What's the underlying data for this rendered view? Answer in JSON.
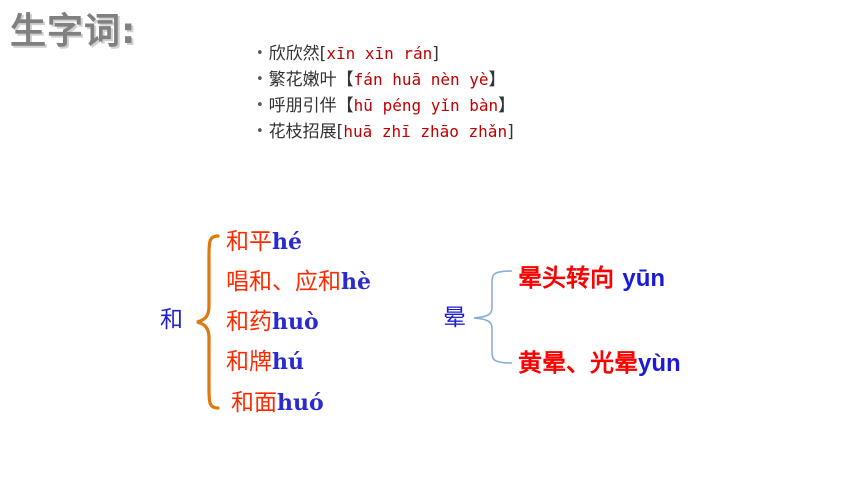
{
  "title": "生字词:",
  "vocab": [
    {
      "bullet": "•",
      "word": "欣欣然",
      "open": "[",
      "pinyin": "xīn xīn rán",
      "close": "]"
    },
    {
      "bullet": "•",
      "word": "繁花嫩叶",
      "open": "【",
      "pinyin": "fán huā nèn yè",
      "close": "】"
    },
    {
      "bullet": "•",
      "word": "呼朋引伴",
      "open": "【",
      "pinyin": "hū péng yǐn bàn",
      "close": "】"
    },
    {
      "bullet": "•",
      "word": "花枝招展",
      "open": "[",
      "pinyin": "huā zhī zhāo zhǎn",
      "close": "]"
    }
  ],
  "he": {
    "char": "和",
    "items": [
      {
        "word": "和平",
        "pinyin": "hé"
      },
      {
        "word": "唱和、应和",
        "pinyin": "hè"
      },
      {
        "word": "和药",
        "pinyin": "huò"
      },
      {
        "word": "和牌",
        "pinyin": "hú"
      },
      {
        "word": "和面",
        "pinyin": "huó"
      }
    ]
  },
  "yun": {
    "char": "晕",
    "items": [
      {
        "word": "晕头转向 ",
        "pinyin": "yūn"
      },
      {
        "word": "黄晕、光晕",
        "pinyin": "yùn"
      }
    ]
  },
  "colors": {
    "title": "#808080",
    "pinyin_red": "#c00000",
    "word_red": "#ff2a00",
    "pinyin_blue": "#2a2ad0",
    "brace_orange": "#e07810",
    "bracket_blue": "#8aaed8"
  }
}
